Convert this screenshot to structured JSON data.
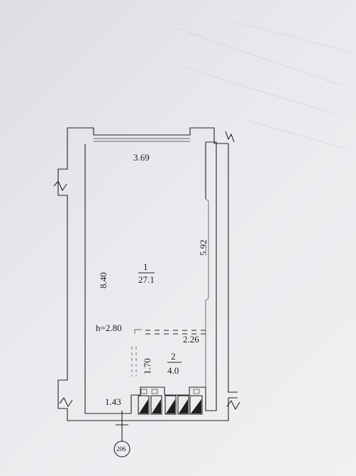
{
  "plan": {
    "width_label": "3.69",
    "length_label": "8.40",
    "right_wall_label": "5.92",
    "height_label": "h=2.80",
    "rooms": [
      {
        "number": "1",
        "area": "27.1"
      },
      {
        "number": "2",
        "area": "4.0"
      }
    ],
    "partition_label": "2.26",
    "bath_depth_label": "1.70",
    "entry_label": "1.43",
    "apartment_number": "206"
  },
  "colors": {
    "ink": "#232323",
    "paper": "#e9eaed"
  }
}
